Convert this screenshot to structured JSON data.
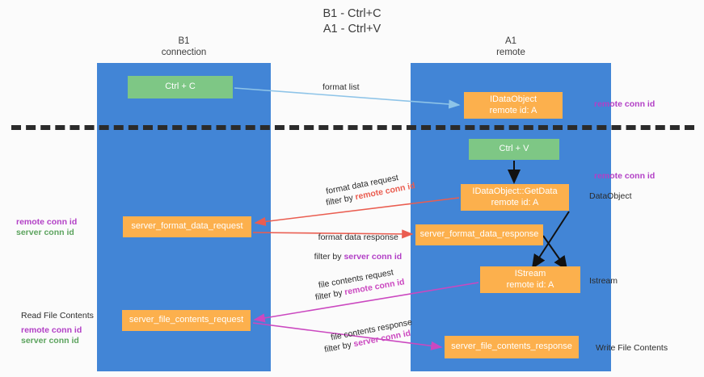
{
  "title": "B1 - Ctrl+C\nA1 - Ctrl+V",
  "columns": {
    "left": {
      "name": "B1",
      "role": "connection",
      "label": "B1\nconnection"
    },
    "right": {
      "name": "A1",
      "role": "remote",
      "label": "A1\nremote"
    }
  },
  "colors": {
    "lane": "#4285d6",
    "node_green": "#7ec785",
    "node_orange": "#fcb04d",
    "remote_conn_id": "#b23fc6",
    "server_conn_id": "#5ca35e",
    "arrow_blue": "#8ec4e8",
    "arrow_red": "#ea5d50",
    "arrow_magenta": "#cb48c0",
    "arrow_black": "#111111",
    "divider": "#2b2b2b"
  },
  "nodes": {
    "ctrl_c": "Ctrl + C",
    "data_object": "IDataObject\nremote id: A",
    "ctrl_v": "Ctrl + V",
    "get_data": "IDataObject::GetData\nremote id: A",
    "server_format_data_request": "server_format_data_request",
    "server_format_data_response": "server_format_data_response",
    "istream": "IStream\nremote id: A",
    "server_file_contents_request": "server_file_contents_request",
    "server_file_contents_response": "server_file_contents_response"
  },
  "right_annotations": {
    "remote_conn_id_top": "remote conn id",
    "remote_conn_id_mid": "remote conn id",
    "data_object": "DataObject",
    "istream": "Istream",
    "write_file_contents": "Write File Contents"
  },
  "left_annotations": {
    "remote_conn_id": "remote conn id",
    "server_conn_id": "server conn id",
    "read_file_contents": "Read File Contents",
    "remote_conn_id_2": "remote conn id",
    "server_conn_id_2": "server conn id"
  },
  "edges": {
    "format_list": "format list",
    "format_data_request": "format data request",
    "format_data_request_filter_prefix": "filter by ",
    "format_data_request_filter_key": "remote conn id",
    "format_data_response": "format data response",
    "format_data_response_filter_prefix": "filter by ",
    "format_data_response_filter_key": "server conn id",
    "file_contents_request": "file contents request",
    "file_contents_request_filter_prefix": "filter by ",
    "file_contents_request_filter_key": "remote conn id",
    "file_contents_response": "file contents response",
    "file_contents_response_filter_prefix": "filter by ",
    "file_contents_response_filter_key": "server conn id"
  }
}
